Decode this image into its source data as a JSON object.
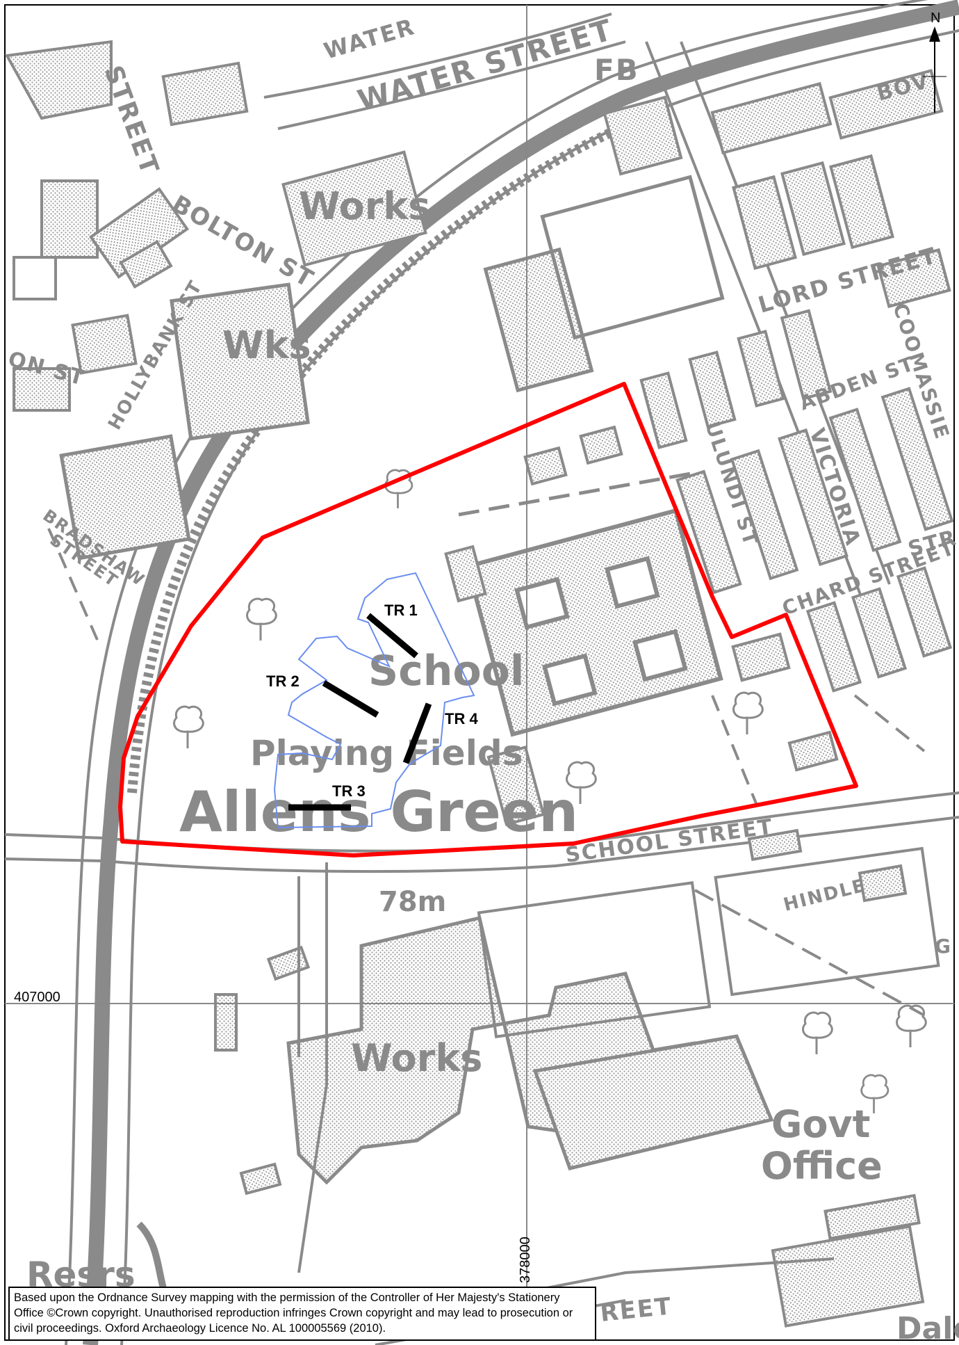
{
  "map": {
    "north_label": "N",
    "grid": {
      "easting_label": "378000",
      "northing_label": "407000"
    },
    "street_labels": {
      "water_street": "WATER STREET",
      "water": "WATER",
      "street_top": "STREET",
      "fb": "FB",
      "bolton_st": "BOLTON ST",
      "hollybank_st": "HOLLYBANK ST",
      "on_st": "ON ST",
      "bradshaw": "BRADSHAW",
      "bradshaw_street": "STREET",
      "lord_street": "LORD STREET",
      "abden_st": "ABDEN ST",
      "coomassie": "COOMASSIE",
      "ulundi_st": "ULUNDI ST",
      "victoria": "VICTORIA",
      "chard_street": "CHARD STREET",
      "school_street": "SCHOOL STREET",
      "hindle": "HINDLE",
      "st_right": "STR",
      "reet_bottom": "REET",
      "bov": "BOV",
      "gi": "G"
    },
    "area_labels": {
      "works_top": "Works",
      "wks": "Wks",
      "school": "School",
      "playing_fields": "Playing Fields",
      "allens_green": "Allens Green",
      "works_bottom": "Works",
      "govt": "Govt",
      "office": "Office",
      "resrs": "Resrs",
      "dale": "Dale",
      "height": "78m"
    },
    "trenches": [
      {
        "label": "TR 1"
      },
      {
        "label": "TR 2"
      },
      {
        "label": "TR 3"
      },
      {
        "label": "TR 4"
      }
    ],
    "colors": {
      "site_boundary": "#ff0000",
      "trench_outline": "#6a8ef0",
      "trench": "#000000",
      "base_map": "#8a8a8a"
    }
  },
  "copyright": {
    "text": "Based upon the Ordnance Survey mapping with the permission of the Controller of Her Majesty's Stationery Office ©Crown copyright. Unauthorised reproduction infringes Crown copyright and may lead to prosecution or civil proceedings. Oxford Archaeology Licence No. AL 100005569  (2010)."
  }
}
